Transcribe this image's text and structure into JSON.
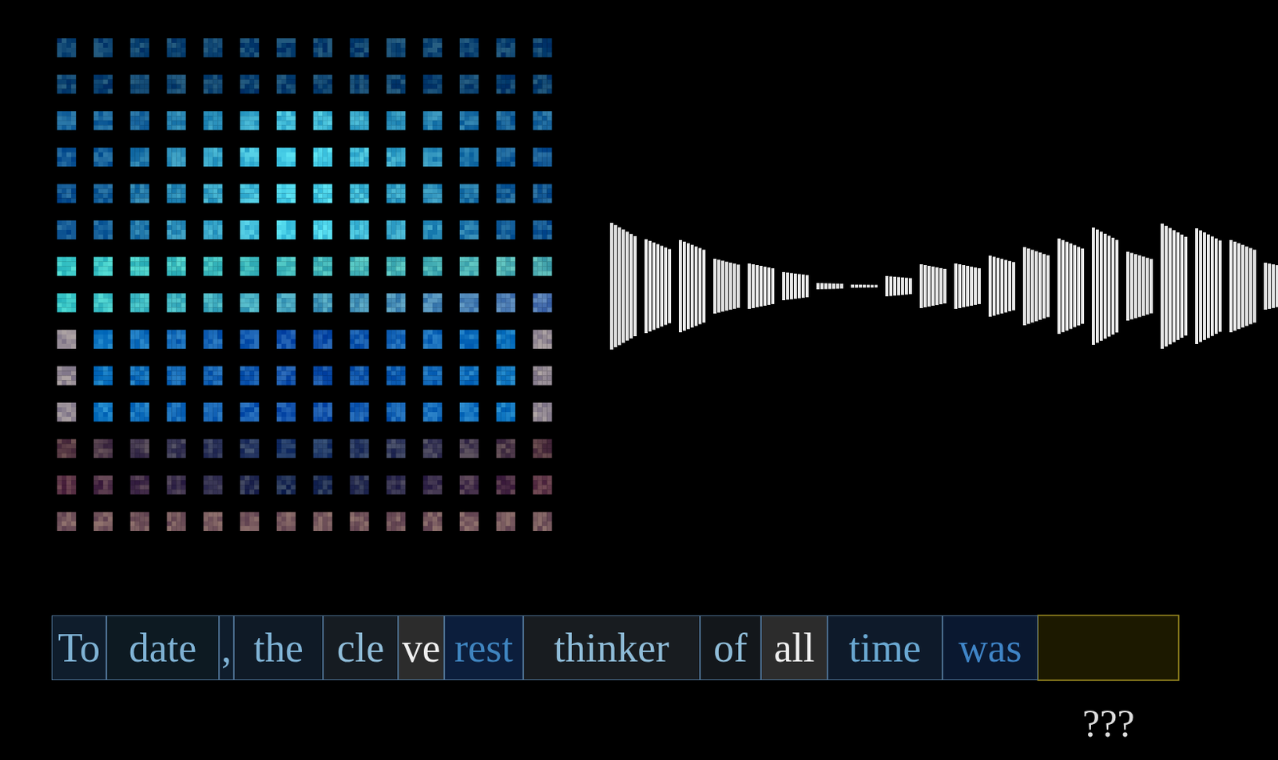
{
  "diagram": {
    "nodes": [
      {
        "text": [
          "To"
        ]
      },
      {
        "text": [
          "date"
        ]
      },
      {
        "text": [
          ","
        ]
      },
      {
        "text": [
          "the"
        ]
      },
      {
        "text": [
          "cle"
        ]
      },
      {
        "text": [
          "ve"
        ]
      },
      {
        "text": [
          "rest"
        ]
      },
      {
        "text": [
          "thinker"
        ]
      },
      {
        "text": [
          "of"
        ]
      },
      {
        "text": [
          "all"
        ]
      },
      {
        "text": [
          "time"
        ]
      },
      {
        "text": [
          "was"
        ]
      }
    ],
    "labels": [
      "???"
    ]
  }
}
